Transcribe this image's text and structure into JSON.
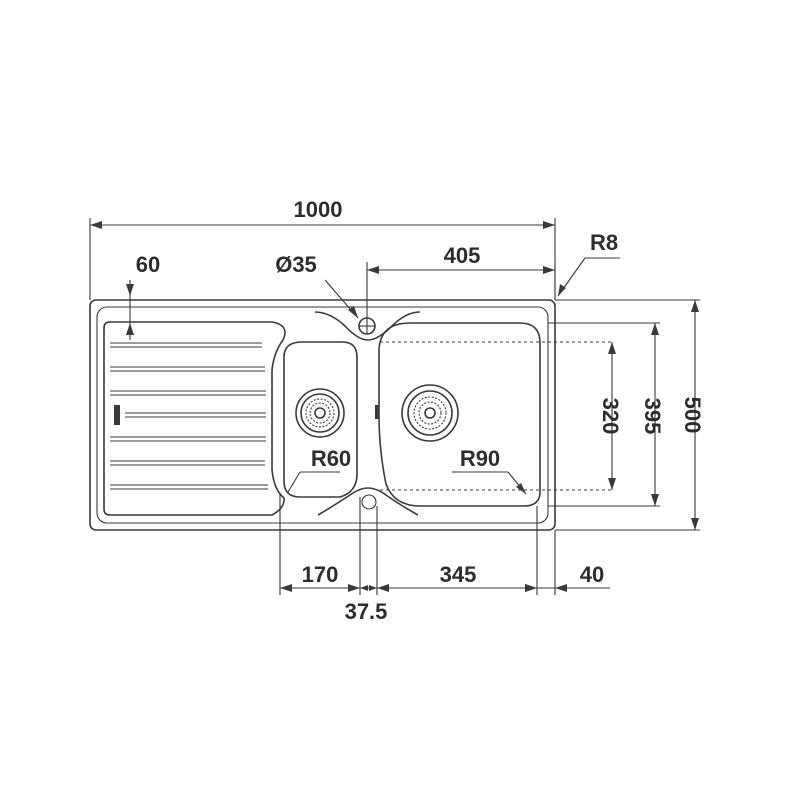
{
  "dimensions": {
    "overall_width": "1000",
    "drainer_offset": "60",
    "tap_hole_diameter": "Ø35",
    "tap_to_right_edge": "405",
    "corner_radius": "R8",
    "small_bowl_radius": "R60",
    "large_bowl_radius": "R90",
    "bowl_depth": "320",
    "inner_depth": "395",
    "overall_depth": "500",
    "small_bowl_width": "170",
    "divider_width": "37.5",
    "large_bowl_width": "345",
    "right_margin": "40"
  },
  "colors": {
    "line": "#3a3a3a",
    "text": "#2d2d2d",
    "background": "#ffffff"
  }
}
